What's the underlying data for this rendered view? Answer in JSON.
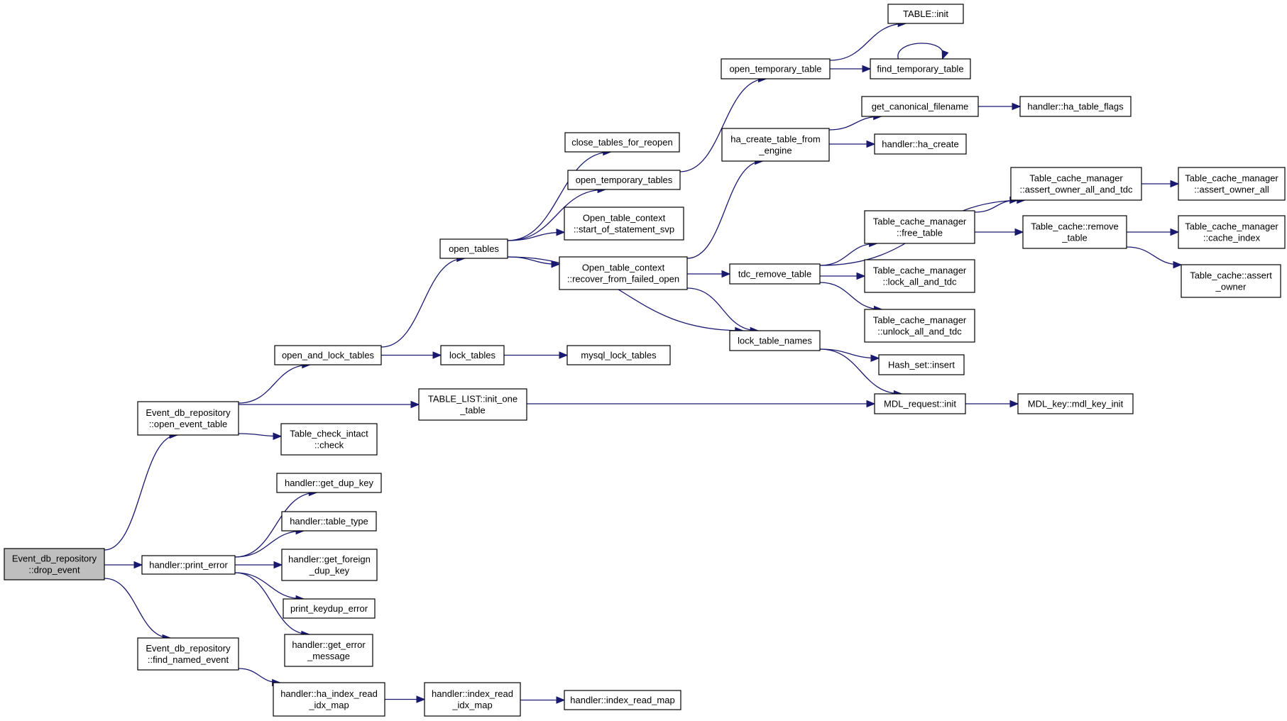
{
  "graph": {
    "nodes": [
      {
        "id": "n_drop_event",
        "label": [
          "Event_db_repository",
          "::drop_event"
        ],
        "root": true
      },
      {
        "id": "n_open_event_table",
        "label": [
          "Event_db_repository",
          "::open_event_table"
        ]
      },
      {
        "id": "n_print_error",
        "label": [
          "handler::print_error"
        ]
      },
      {
        "id": "n_find_named_event",
        "label": [
          "Event_db_repository",
          "::find_named_event"
        ]
      },
      {
        "id": "n_open_and_lock_tables",
        "label": [
          "open_and_lock_tables"
        ]
      },
      {
        "id": "n_table_list_init",
        "label": [
          "TABLE_LIST::init_one",
          "_table"
        ]
      },
      {
        "id": "n_table_check_intact",
        "label": [
          "Table_check_intact",
          "::check"
        ]
      },
      {
        "id": "n_get_dup_key",
        "label": [
          "handler::get_dup_key"
        ]
      },
      {
        "id": "n_table_type",
        "label": [
          "handler::table_type"
        ]
      },
      {
        "id": "n_get_foreign_dup_key",
        "label": [
          "handler::get_foreign",
          "_dup_key"
        ]
      },
      {
        "id": "n_print_keydup_error",
        "label": [
          "print_keydup_error"
        ]
      },
      {
        "id": "n_get_error_message",
        "label": [
          "handler::get_error",
          "_message"
        ]
      },
      {
        "id": "n_ha_index_read_idx_map",
        "label": [
          "handler::ha_index_read",
          "_idx_map"
        ]
      },
      {
        "id": "n_index_read_idx_map",
        "label": [
          "handler::index_read",
          "_idx_map"
        ]
      },
      {
        "id": "n_index_read_map",
        "label": [
          "handler::index_read_map"
        ]
      },
      {
        "id": "n_open_tables",
        "label": [
          "open_tables"
        ]
      },
      {
        "id": "n_lock_tables",
        "label": [
          "lock_tables"
        ]
      },
      {
        "id": "n_mysql_lock_tables",
        "label": [
          "mysql_lock_tables"
        ]
      },
      {
        "id": "n_close_tables_for_reopen",
        "label": [
          "close_tables_for_reopen"
        ]
      },
      {
        "id": "n_open_temporary_tables",
        "label": [
          "open_temporary_tables"
        ]
      },
      {
        "id": "n_start_of_statement_svp",
        "label": [
          "Open_table_context",
          "::start_of_statement_svp"
        ]
      },
      {
        "id": "n_recover_from_failed_open",
        "label": [
          "Open_table_context",
          "::recover_from_failed_open"
        ]
      },
      {
        "id": "n_open_temporary_table",
        "label": [
          "open_temporary_table"
        ]
      },
      {
        "id": "n_table_init",
        "label": [
          "TABLE::init"
        ]
      },
      {
        "id": "n_find_temporary_table",
        "label": [
          "find_temporary_table"
        ]
      },
      {
        "id": "n_ha_create_table_from_engine",
        "label": [
          "ha_create_table_from",
          "_engine"
        ]
      },
      {
        "id": "n_get_canonical_filename",
        "label": [
          "get_canonical_filename"
        ]
      },
      {
        "id": "n_ha_table_flags",
        "label": [
          "handler::ha_table_flags"
        ]
      },
      {
        "id": "n_ha_create",
        "label": [
          "handler::ha_create"
        ]
      },
      {
        "id": "n_tdc_remove_table",
        "label": [
          "tdc_remove_table"
        ]
      },
      {
        "id": "n_lock_table_names",
        "label": [
          "lock_table_names"
        ]
      },
      {
        "id": "n_assert_owner_all_and_tdc",
        "label": [
          "Table_cache_manager",
          "::assert_owner_all_and_tdc"
        ]
      },
      {
        "id": "n_assert_owner_all",
        "label": [
          "Table_cache_manager",
          "::assert_owner_all"
        ]
      },
      {
        "id": "n_free_table",
        "label": [
          "Table_cache_manager",
          "::free_table"
        ]
      },
      {
        "id": "n_tc_remove_table",
        "label": [
          "Table_cache::remove",
          "_table"
        ]
      },
      {
        "id": "n_cache_index",
        "label": [
          "Table_cache_manager",
          "::cache_index"
        ]
      },
      {
        "id": "n_assert_owner",
        "label": [
          "Table_cache::assert",
          "_owner"
        ]
      },
      {
        "id": "n_lock_all_and_tdc",
        "label": [
          "Table_cache_manager",
          "::lock_all_and_tdc"
        ]
      },
      {
        "id": "n_unlock_all_and_tdc",
        "label": [
          "Table_cache_manager",
          "::unlock_all_and_tdc"
        ]
      },
      {
        "id": "n_hash_set_insert",
        "label": [
          "Hash_set::insert"
        ]
      },
      {
        "id": "n_mdl_request_init",
        "label": [
          "MDL_request::init"
        ]
      },
      {
        "id": "n_mdl_key_init",
        "label": [
          "MDL_key::mdl_key_init"
        ]
      }
    ],
    "edges": [
      {
        "from": "n_drop_event",
        "to": "n_open_event_table"
      },
      {
        "from": "n_drop_event",
        "to": "n_print_error"
      },
      {
        "from": "n_drop_event",
        "to": "n_find_named_event"
      },
      {
        "from": "n_open_event_table",
        "to": "n_open_and_lock_tables"
      },
      {
        "from": "n_open_event_table",
        "to": "n_table_list_init"
      },
      {
        "from": "n_open_event_table",
        "to": "n_table_check_intact"
      },
      {
        "from": "n_print_error",
        "to": "n_get_dup_key"
      },
      {
        "from": "n_print_error",
        "to": "n_table_type"
      },
      {
        "from": "n_print_error",
        "to": "n_get_foreign_dup_key"
      },
      {
        "from": "n_print_error",
        "to": "n_print_keydup_error"
      },
      {
        "from": "n_print_error",
        "to": "n_get_error_message"
      },
      {
        "from": "n_find_named_event",
        "to": "n_ha_index_read_idx_map"
      },
      {
        "from": "n_ha_index_read_idx_map",
        "to": "n_index_read_idx_map"
      },
      {
        "from": "n_index_read_idx_map",
        "to": "n_index_read_map"
      },
      {
        "from": "n_open_and_lock_tables",
        "to": "n_open_tables"
      },
      {
        "from": "n_open_and_lock_tables",
        "to": "n_lock_tables"
      },
      {
        "from": "n_lock_tables",
        "to": "n_mysql_lock_tables"
      },
      {
        "from": "n_table_list_init",
        "to": "n_mdl_request_init"
      },
      {
        "from": "n_open_tables",
        "to": "n_close_tables_for_reopen"
      },
      {
        "from": "n_open_tables",
        "to": "n_open_temporary_tables"
      },
      {
        "from": "n_open_tables",
        "to": "n_start_of_statement_svp"
      },
      {
        "from": "n_open_tables",
        "to": "n_recover_from_failed_open"
      },
      {
        "from": "n_open_tables",
        "to": "n_lock_table_names"
      },
      {
        "from": "n_open_temporary_tables",
        "to": "n_open_temporary_table"
      },
      {
        "from": "n_open_temporary_table",
        "to": "n_table_init"
      },
      {
        "from": "n_open_temporary_table",
        "to": "n_find_temporary_table"
      },
      {
        "from": "n_find_temporary_table",
        "to": "n_find_temporary_table"
      },
      {
        "from": "n_recover_from_failed_open",
        "to": "n_ha_create_table_from_engine"
      },
      {
        "from": "n_recover_from_failed_open",
        "to": "n_tdc_remove_table"
      },
      {
        "from": "n_recover_from_failed_open",
        "to": "n_lock_table_names"
      },
      {
        "from": "n_ha_create_table_from_engine",
        "to": "n_get_canonical_filename"
      },
      {
        "from": "n_ha_create_table_from_engine",
        "to": "n_ha_create"
      },
      {
        "from": "n_get_canonical_filename",
        "to": "n_ha_table_flags"
      },
      {
        "from": "n_tdc_remove_table",
        "to": "n_assert_owner_all_and_tdc"
      },
      {
        "from": "n_tdc_remove_table",
        "to": "n_free_table"
      },
      {
        "from": "n_tdc_remove_table",
        "to": "n_lock_all_and_tdc"
      },
      {
        "from": "n_tdc_remove_table",
        "to": "n_unlock_all_and_tdc"
      },
      {
        "from": "n_free_table",
        "to": "n_assert_owner_all_and_tdc"
      },
      {
        "from": "n_free_table",
        "to": "n_tc_remove_table"
      },
      {
        "from": "n_assert_owner_all_and_tdc",
        "to": "n_assert_owner_all"
      },
      {
        "from": "n_tc_remove_table",
        "to": "n_cache_index"
      },
      {
        "from": "n_tc_remove_table",
        "to": "n_assert_owner"
      },
      {
        "from": "n_lock_table_names",
        "to": "n_hash_set_insert"
      },
      {
        "from": "n_lock_table_names",
        "to": "n_mdl_request_init"
      },
      {
        "from": "n_mdl_request_init",
        "to": "n_mdl_key_init"
      }
    ]
  }
}
